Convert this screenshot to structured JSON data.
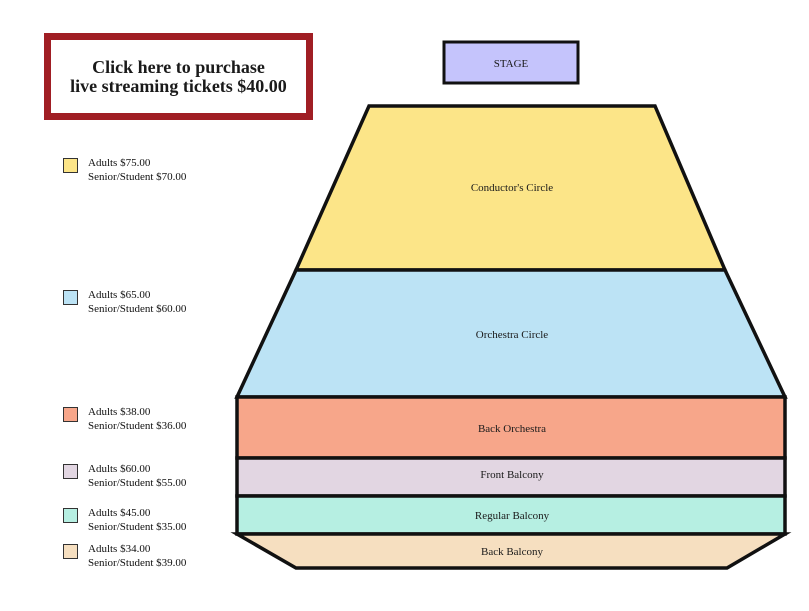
{
  "purchase": {
    "line1": "Click here to purchase",
    "line2": "live streaming tickets $40.00"
  },
  "stage": {
    "label": "STAGE",
    "color": "#c5c4fc"
  },
  "sections": [
    {
      "name": "Conductor's Circle",
      "color": "#fce588",
      "adult": "Adults $75.00",
      "senior": "Senior/Student $70.00"
    },
    {
      "name": "Orchestra Circle",
      "color": "#bce3f5",
      "adult": "Adults $65.00",
      "senior": "Senior/Student $60.00"
    },
    {
      "name": "Back Orchestra",
      "color": "#f7a68a",
      "adult": "Adults $38.00",
      "senior": "Senior/Student $36.00"
    },
    {
      "name": "Front Balcony",
      "color": "#e2d6e2",
      "adult": "Adults $60.00",
      "senior": "Senior/Student $55.00"
    },
    {
      "name": "Regular Balcony",
      "color": "#b6efe2",
      "adult": "Adults $45.00",
      "senior": "Senior/Student $35.00"
    },
    {
      "name": "Back Balcony",
      "color": "#f6dfc0",
      "adult": "Adults $34.00",
      "senior": "Senior/Student $39.00"
    }
  ]
}
